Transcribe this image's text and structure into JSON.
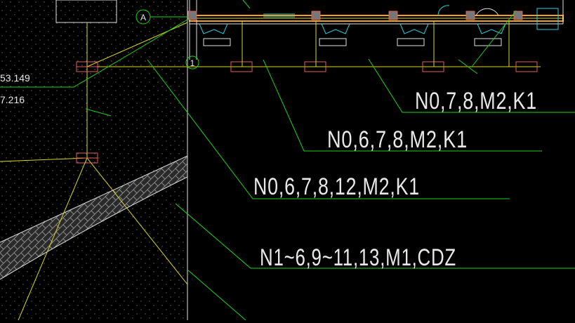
{
  "drawing": {
    "grid_bubbles": [
      {
        "id": "axis-bubble-a",
        "label": "A"
      },
      {
        "id": "axis-bubble-1",
        "label": "1"
      }
    ],
    "coordinate_readouts": [
      {
        "id": "coord-readout-1",
        "text": "53.149"
      },
      {
        "id": "coord-readout-2",
        "text": "7.216"
      }
    ],
    "pile_labels": [
      {
        "id": "pile-label-1",
        "text": "N0,7,8,M2,K1"
      },
      {
        "id": "pile-label-2",
        "text": "N0,6,7,8,M2,K1"
      },
      {
        "id": "pile-label-3",
        "text": "N0,6,7,8,12,M2,K1"
      },
      {
        "id": "pile-label-4",
        "text": "N1~6,9~11,13,M1,CDZ"
      }
    ],
    "colors": {
      "background": "#000000",
      "leader_line": "#1fd21f",
      "text": "#e8e8e8",
      "structure": "#d8d82a",
      "pile_cap": "#e06060",
      "wall": "#f0a020",
      "fixture": "#30d0e0"
    }
  }
}
